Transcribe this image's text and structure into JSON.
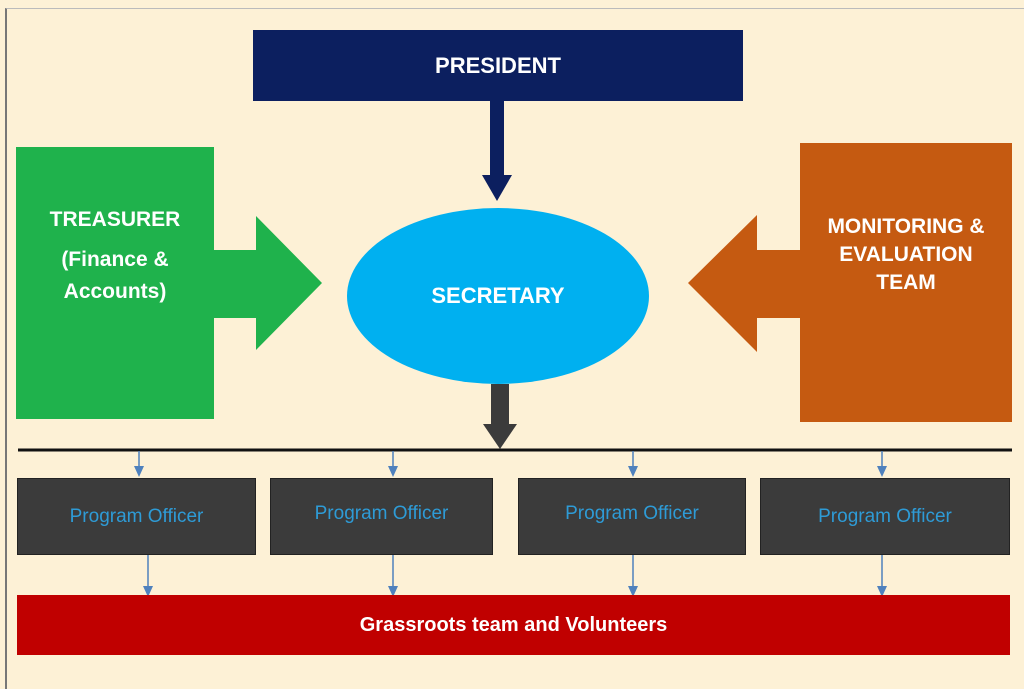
{
  "president": "PRESIDENT",
  "treasurer": {
    "line1": "TREASURER",
    "line2": "(Finance &",
    "line3": "Accounts)"
  },
  "secretary": "SECRETARY",
  "monitoring": {
    "line1": "MONITORING &",
    "line2": "EVALUATION",
    "line3": "TEAM"
  },
  "program_officers": [
    "Program Officer",
    "Program Officer",
    "Program Officer",
    "Program Officer"
  ],
  "grassroots": "Grassroots team and Volunteers"
}
